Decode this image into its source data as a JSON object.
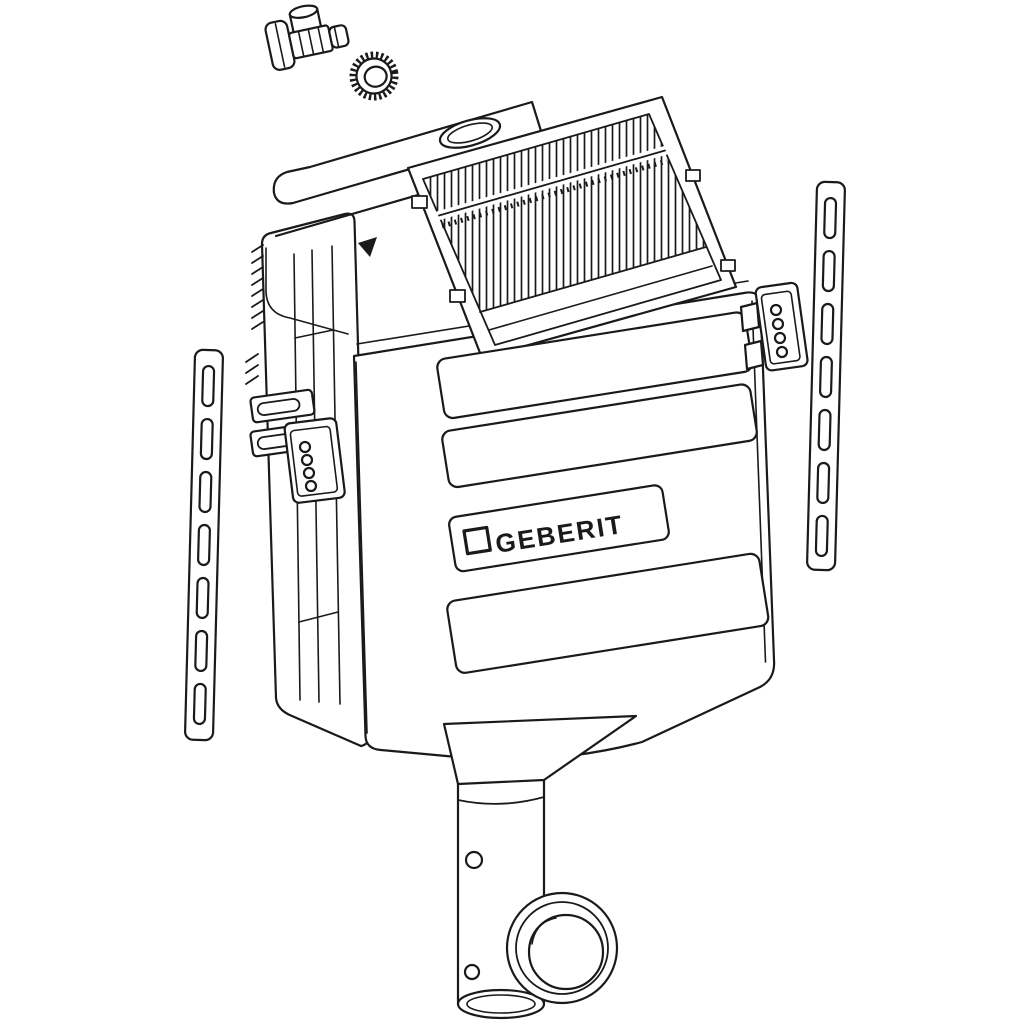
{
  "page": {
    "background_color": "#ffffff",
    "line_color": "#1a1a1a"
  },
  "diagram": {
    "type": "technical-line-illustration",
    "brand_label": "GEBERIT",
    "parts": [
      "angle-stop-valve",
      "knurled-locking-ring",
      "concealed-cistern-tank",
      "cistern-lid",
      "flush-button-blank",
      "ribbed-protection-box",
      "front-access-panel-recesses",
      "geberit-logo-plate",
      "fixing-bracket-left",
      "fixing-bracket-right",
      "wall-mounting-rail-left",
      "wall-mounting-rail-right",
      "outlet-funnel",
      "flush-bend-pipe",
      "outlet-connector"
    ]
  }
}
